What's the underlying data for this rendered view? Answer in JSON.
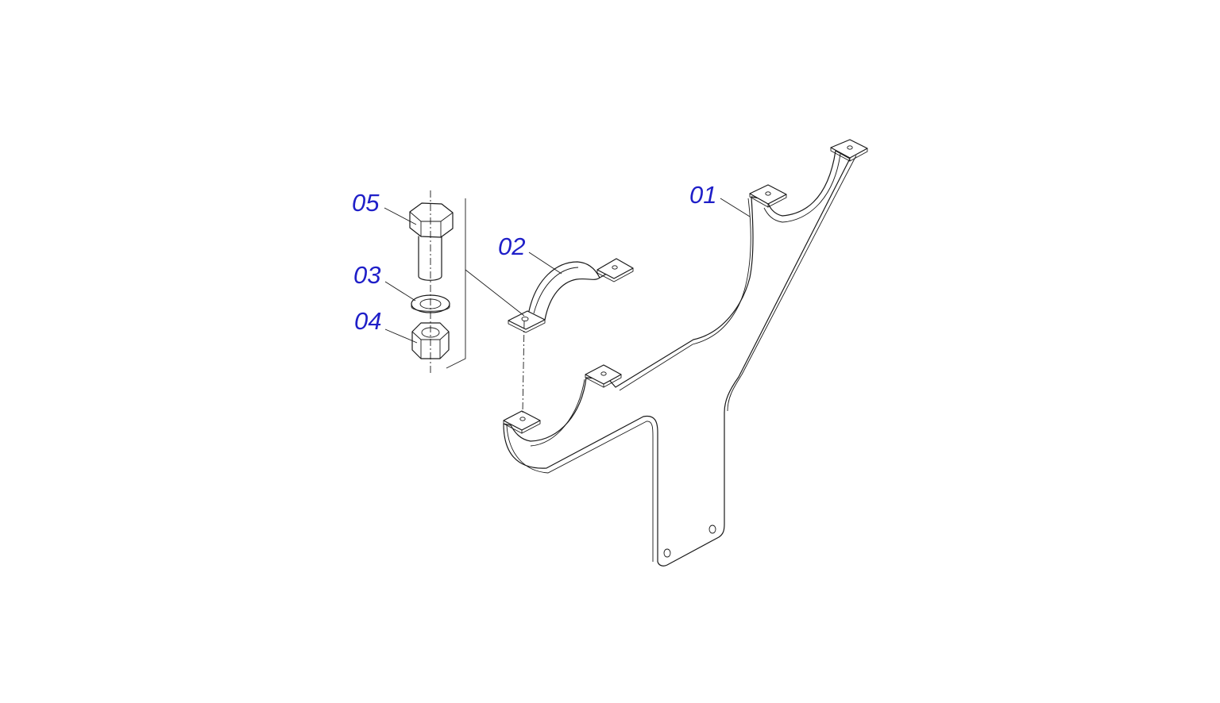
{
  "diagram": {
    "type": "exploded parts diagram",
    "callout_color": "#1f1fc8",
    "line_color": "#1a1a1a",
    "callouts": [
      {
        "id": "01",
        "label": "01"
      },
      {
        "id": "02",
        "label": "02"
      },
      {
        "id": "03",
        "label": "03"
      },
      {
        "id": "04",
        "label": "04"
      },
      {
        "id": "05",
        "label": "05"
      }
    ]
  }
}
